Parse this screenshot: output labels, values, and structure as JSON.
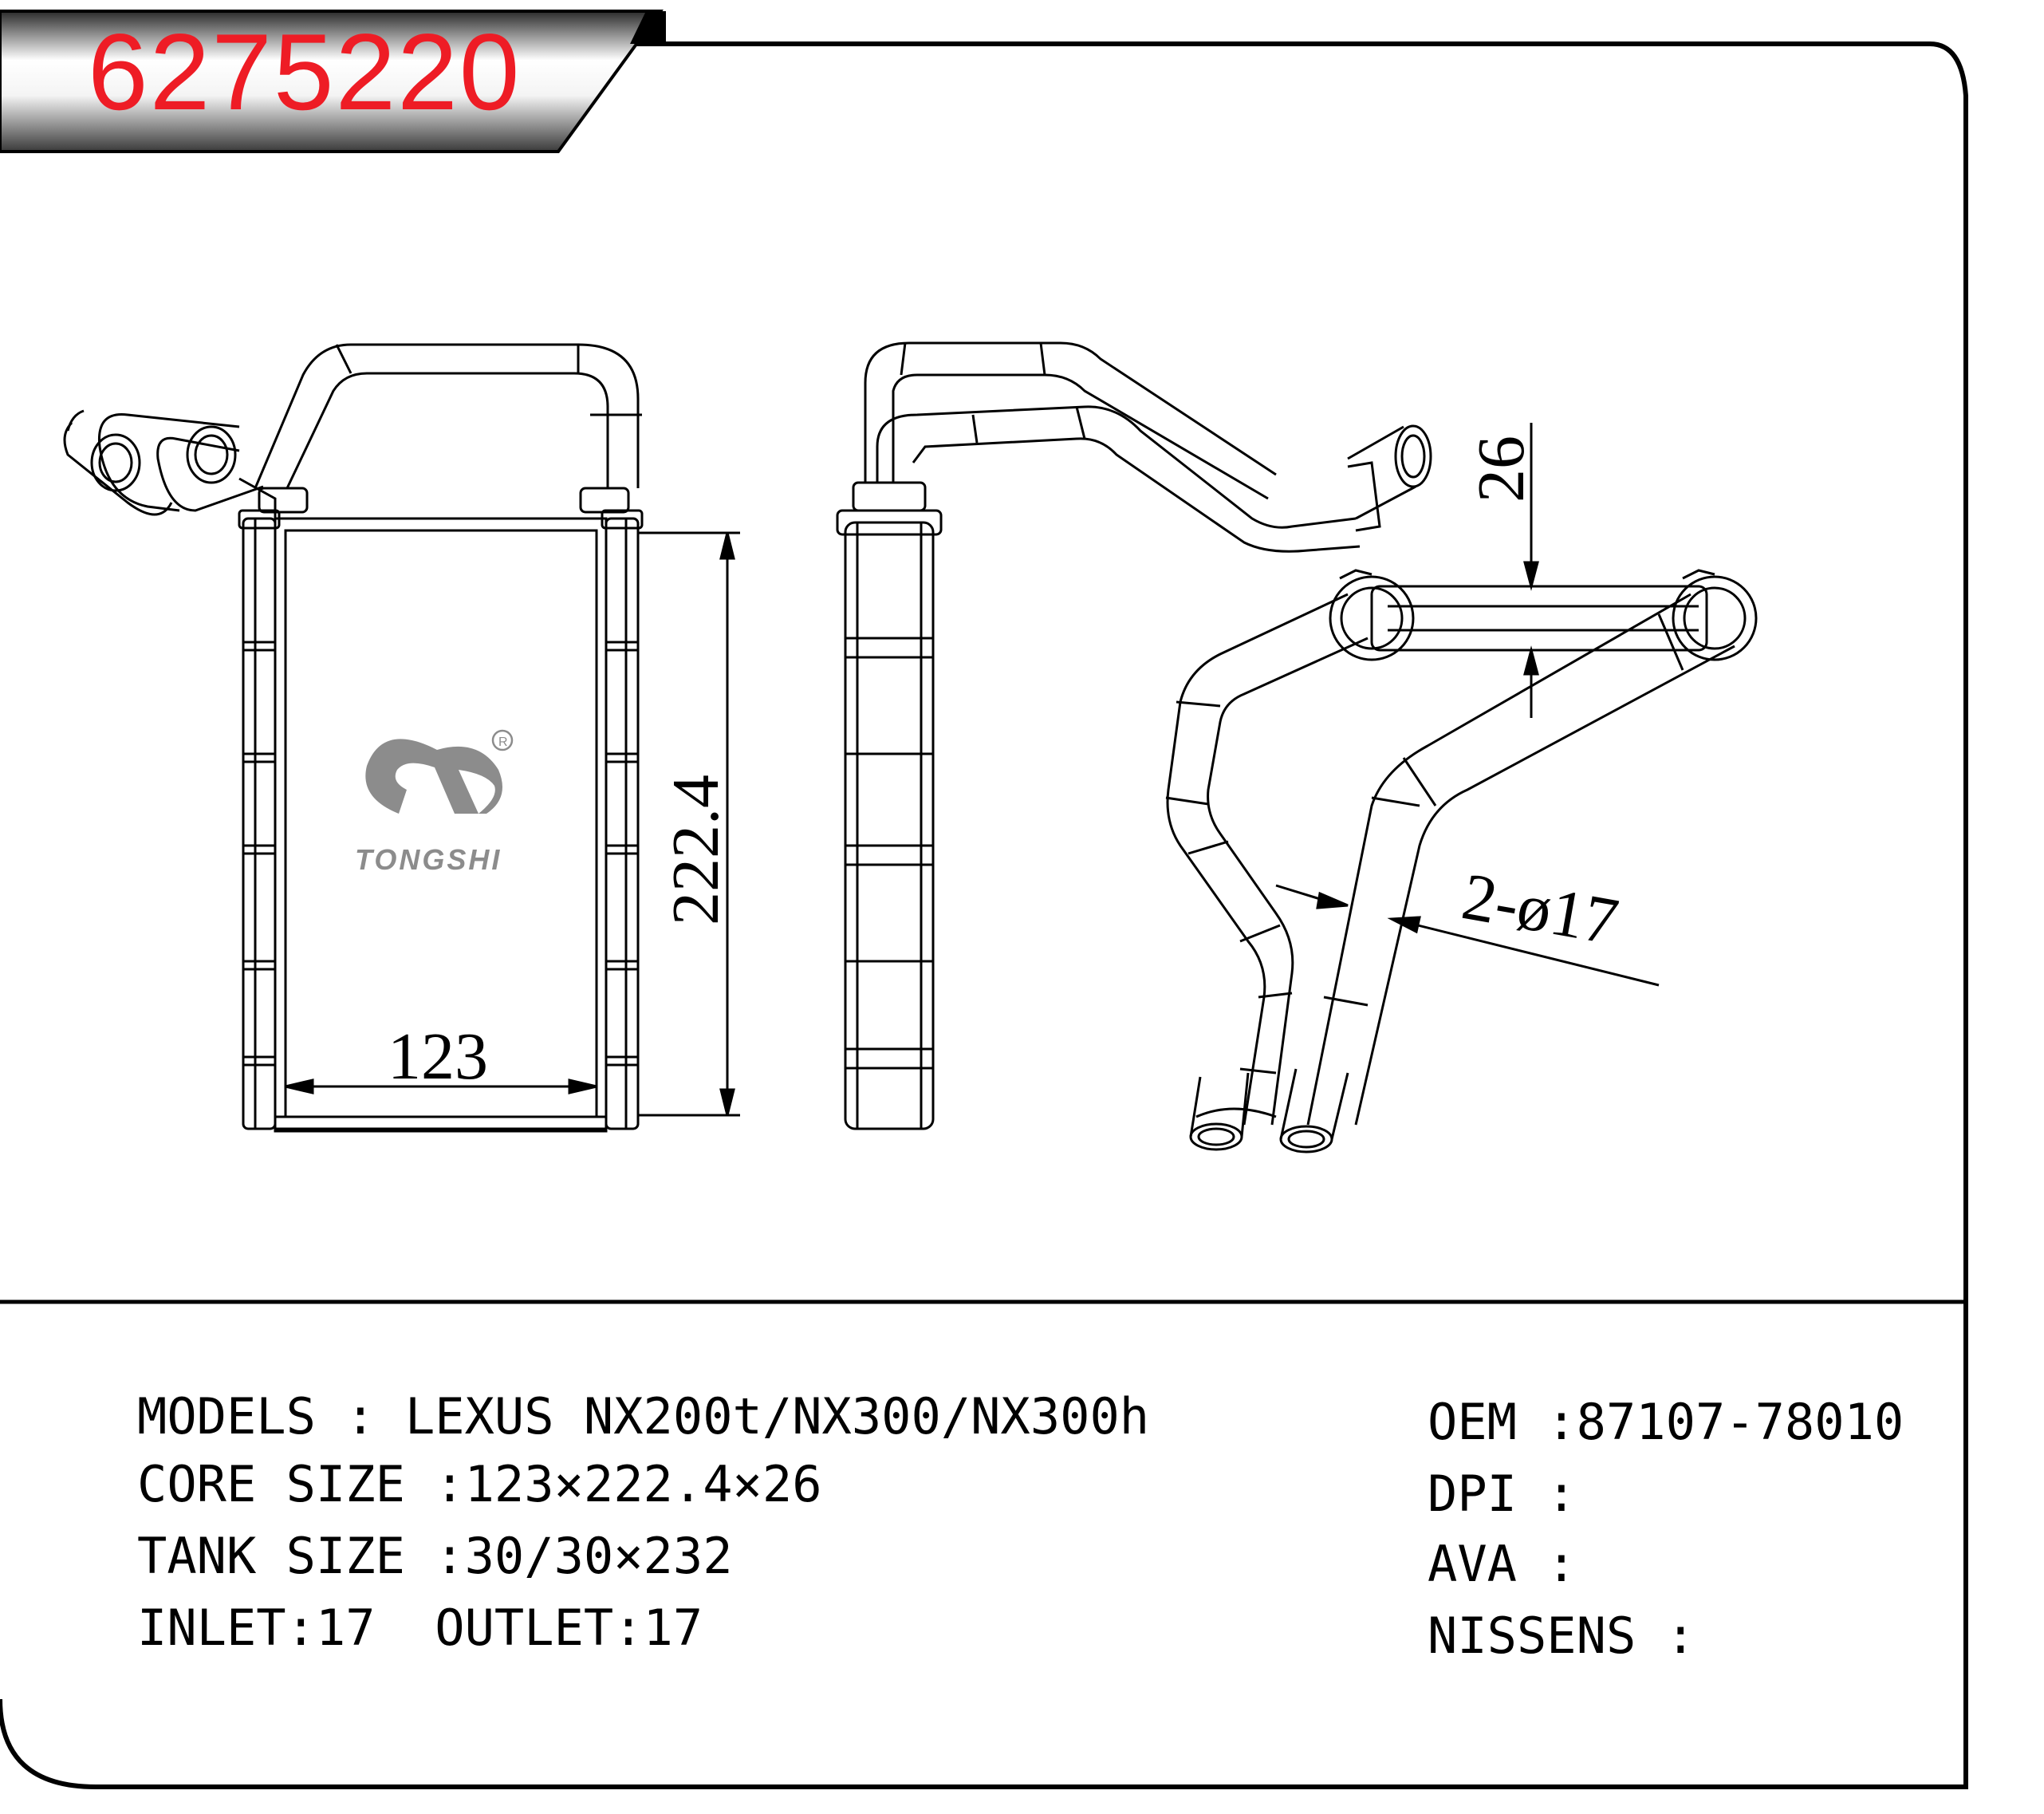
{
  "part_number": "6275220",
  "brand": {
    "name": "TONGSHI",
    "registered_mark": "R"
  },
  "dimensions": {
    "width": "123",
    "height": "222.4",
    "thickness": "26",
    "pipe_note": "2-ø17"
  },
  "specs": {
    "models": "MODELS : LEXUS NX200t/NX300/NX300h",
    "core_size": "CORE SIZE :123×222.4×26",
    "tank_size": "TANK SIZE :30/30×232",
    "inlet_outlet": "INLET:17  OUTLET:17",
    "oem": "OEM :87107-78010",
    "dpi": "DPI :",
    "ava": "AVA :",
    "nissens": "NISSENS :"
  },
  "colors": {
    "part_number": "#ee1c25",
    "logo": "#8c8c8c",
    "line": "#000000"
  }
}
